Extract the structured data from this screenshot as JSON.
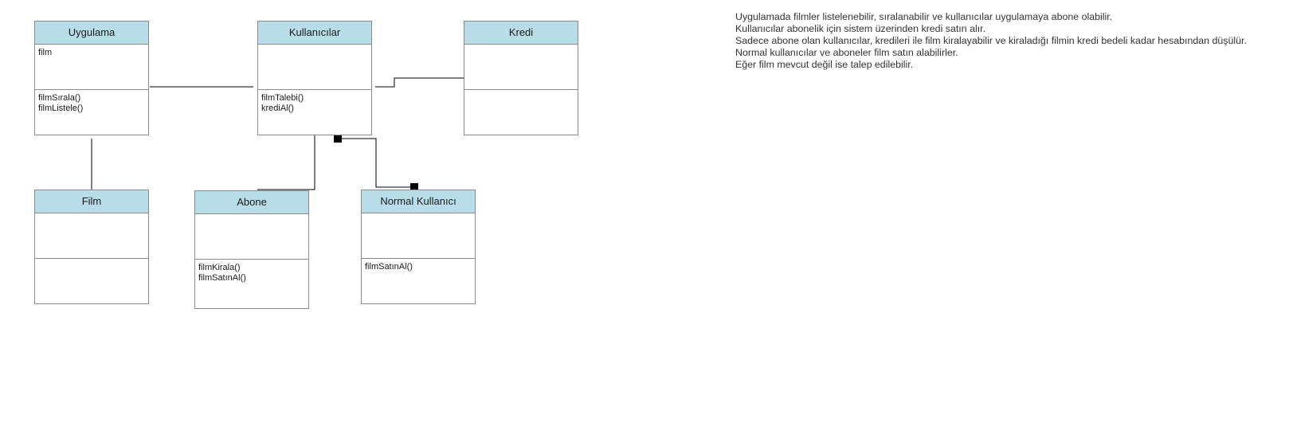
{
  "classes": {
    "uygulama": {
      "name": "Uygulama",
      "attributes": "film",
      "operations": "filmSırala()\nfilmListele()"
    },
    "kullanicilar": {
      "name": "Kullanıcılar",
      "attributes": "",
      "operations": "filmTalebi()\nkrediAl()"
    },
    "kredi": {
      "name": "Kredi",
      "attributes": "",
      "operations": ""
    },
    "film": {
      "name": "Film",
      "attributes": "",
      "operations": ""
    },
    "abone": {
      "name": "Abone",
      "attributes": "",
      "operations": "filmKirala()\nfilmSatınAl()"
    },
    "normal": {
      "name": "Normal Kullanıcı",
      "attributes": "",
      "operations": "filmSatınAl()"
    }
  },
  "notes": [
    "Uygulamada filmler listelenebilir, sıralanabilir ve kullanıcılar uygulamaya abone olabilir.",
    "Kullanıcılar abonelik için sistem üzerinden kredi satın alır.",
    "Sadece abone olan kullanıcılar, kredileri ile film kiralayabilir ve kiraladığı filmin kredi bedeli kadar hesabından düşülür.",
    "Normal kullanıcılar ve aboneler film satın alabilirler.",
    "Eğer film mevcut değil ise talep edilebilir."
  ],
  "colors": {
    "header_fill": "#b9dde8",
    "border": "#8c8c8c",
    "connector": "#000000"
  }
}
